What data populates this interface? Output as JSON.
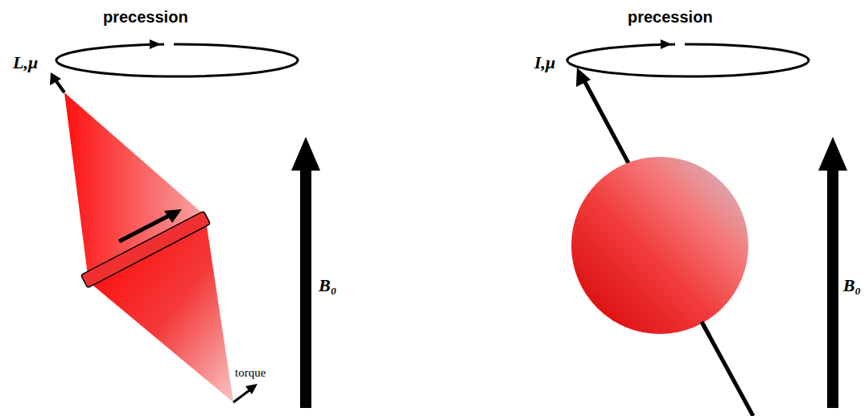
{
  "diagram": {
    "labels": [
      "precession",
      "L,μ",
      "torque",
      "B₀",
      "precession",
      "I,μ",
      "B₀"
    ]
  }
}
